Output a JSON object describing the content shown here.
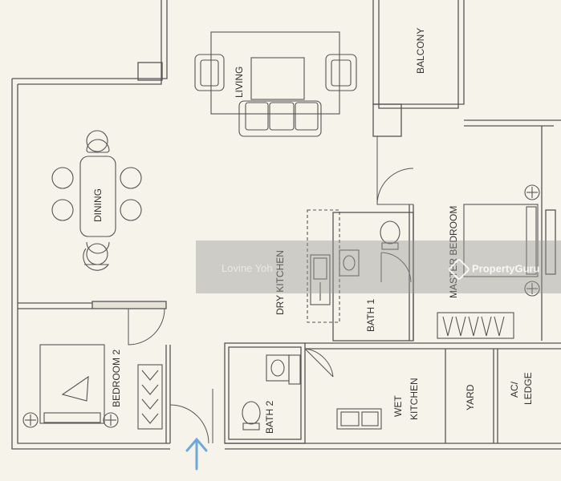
{
  "rooms": {
    "living": "LIVING",
    "balcony": "BALCONY",
    "dining": "DINING",
    "master_bedroom": "MASTER BEDROOM",
    "dry_kitchen": "DRY KITCHEN",
    "bath1": "BATH 1",
    "bedroom2": "BEDROOM 2",
    "bath2": "BATH 2",
    "wet_kitchen": "WET KITCHEN",
    "yard": "YARD",
    "ac_ledge": "AC/ LEDGE"
  },
  "watermark": {
    "agent": "Lovine Yoh",
    "brand": "PropertyGuru",
    "band_color": "#9a9a9a"
  },
  "colors": {
    "background": "#f6f3ea",
    "wall": "#5a5a5a",
    "line": "#4a4a4a",
    "entrance_arrow": "#6fa8dc"
  },
  "icons": [
    "entrance-arrow-icon",
    "propertyguru-logo-icon"
  ]
}
